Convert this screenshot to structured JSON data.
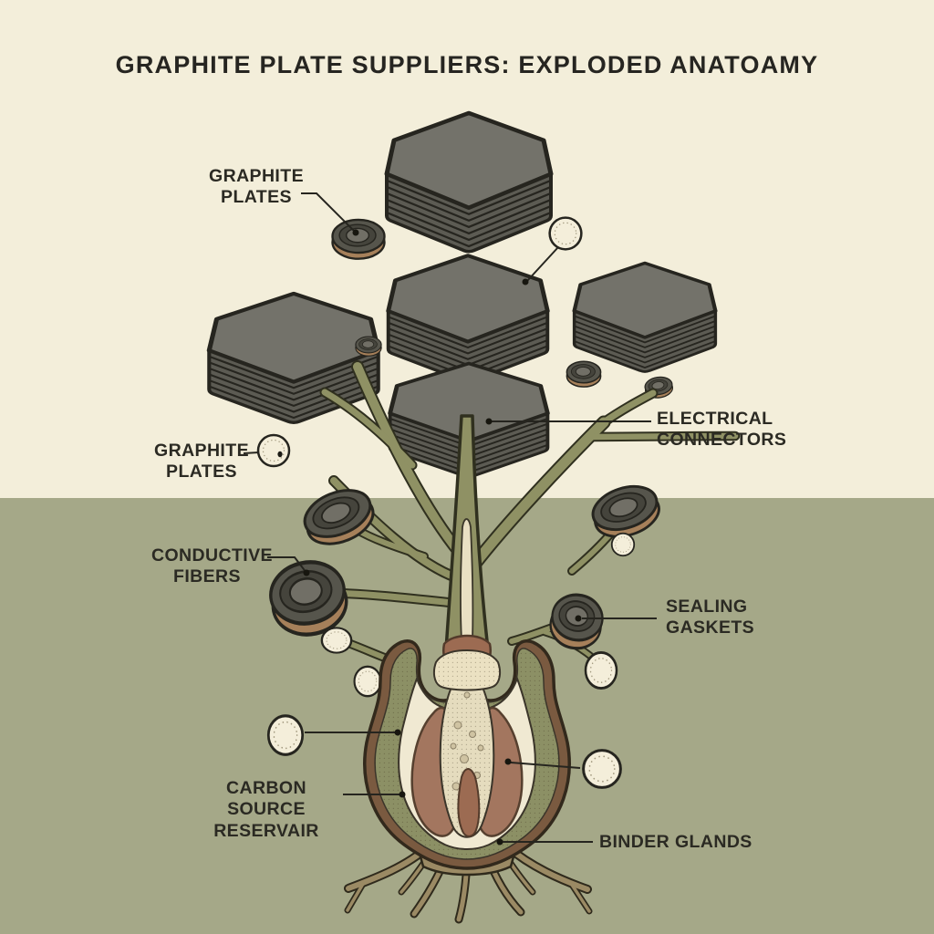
{
  "title": "GRAPHITE PLATE SUPPLIERS: EXPLODED ANATOAMY",
  "labels": {
    "graphite_plates_top": {
      "line1": "GRAPHITE",
      "line2": "PLATES"
    },
    "graphite_plates_left": {
      "line1": "GRAPHITE",
      "line2": "PLATES"
    },
    "electrical_connectors": {
      "line1": "ELECTRICAL",
      "line2": "CONNECTORS"
    },
    "conductive_fibers": {
      "line1": "CONDUCTIVE",
      "line2": "FIBERS"
    },
    "sealing_gaskets": {
      "line1": "SEALING",
      "line2": "GASKETS"
    },
    "carbon_source_reservoir": {
      "line1": "CARBON SOURCE",
      "line2": "RESERVAIR"
    },
    "binder_glands": {
      "text": "BINDER GLANDS"
    }
  },
  "figure": {
    "style": "vintage botanical cross-section illustration",
    "plate_stacks": 5,
    "gasket_discs": 8,
    "seed_pebbles": 8
  },
  "colors": {
    "background_upper": "#f3eeda",
    "background_lower": "#a5a888",
    "plate_top": "#73726a",
    "plate_side": "#5c5b53",
    "outline": "#26251f",
    "branch_olive": "#8f9164",
    "bulb_wall_brown": "#7a5a40",
    "bulb_wall_olive": "#8c9065",
    "bulb_interior_cream": "#f0e9d2",
    "lobe_brown": "#a3765f",
    "gasket_rim_brown": "#a6805a",
    "root_tan": "#9b8a64",
    "label_text": "#2b2a23"
  }
}
